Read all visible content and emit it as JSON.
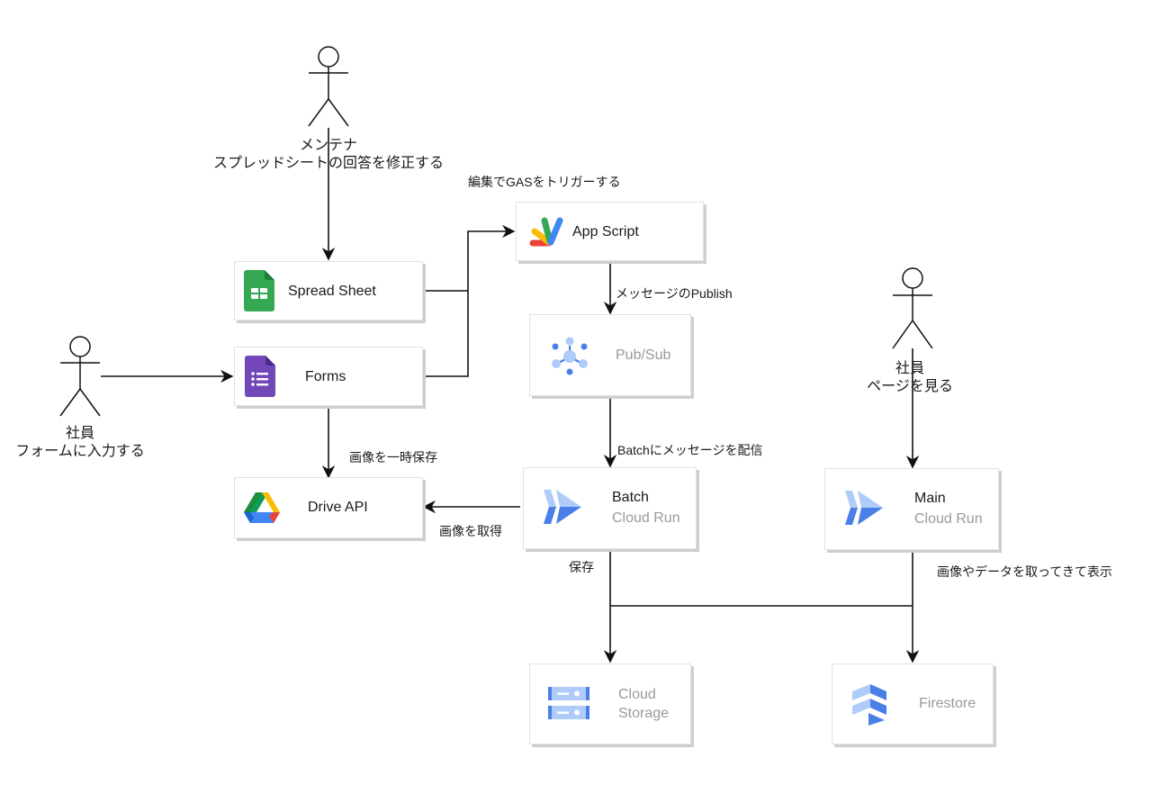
{
  "actors": {
    "maintainer": {
      "name": "メンテナ",
      "action": "スプレッドシートの回答を修正する"
    },
    "employee_form": {
      "name": "社員",
      "action": "フォームに入力する"
    },
    "employee_view": {
      "name": "社員",
      "action": "ページを見る"
    }
  },
  "nodes": {
    "spreadsheet": {
      "title": "Spread Sheet",
      "icon": "google-sheets-icon"
    },
    "forms": {
      "title": "Forms",
      "icon": "google-forms-icon"
    },
    "drive": {
      "title": "Drive API",
      "icon": "google-drive-icon"
    },
    "appscript": {
      "title": "App Script",
      "icon": "apps-script-icon"
    },
    "pubsub": {
      "title": "Pub/Sub",
      "icon": "pubsub-icon"
    },
    "batch": {
      "title": "Batch",
      "subtitle": "Cloud Run",
      "icon": "cloud-run-icon"
    },
    "main": {
      "title": "Main",
      "subtitle": "Cloud Run",
      "icon": "cloud-run-icon"
    },
    "storage": {
      "title": "Cloud",
      "title2": "Storage",
      "icon": "cloud-storage-icon"
    },
    "firestore": {
      "title": "Firestore",
      "icon": "firestore-icon"
    }
  },
  "edges": {
    "trigger_gas": "編集でGASをトリガーする",
    "publish": "メッセージのPublish",
    "deliver_batch": "Batchにメッセージを配信",
    "temp_save": "画像を一時保存",
    "get_image": "画像を取得",
    "save": "保存",
    "fetch_display": "画像やデータを取ってきて表示"
  },
  "colors": {
    "line": "#111111",
    "box_border": "#e2e2e2",
    "box_shadow": "#cfcfcf",
    "muted_text": "#9a9a9a",
    "gcp_blue": "#4a7fe8",
    "gcp_light_blue": "#aecbfa"
  }
}
